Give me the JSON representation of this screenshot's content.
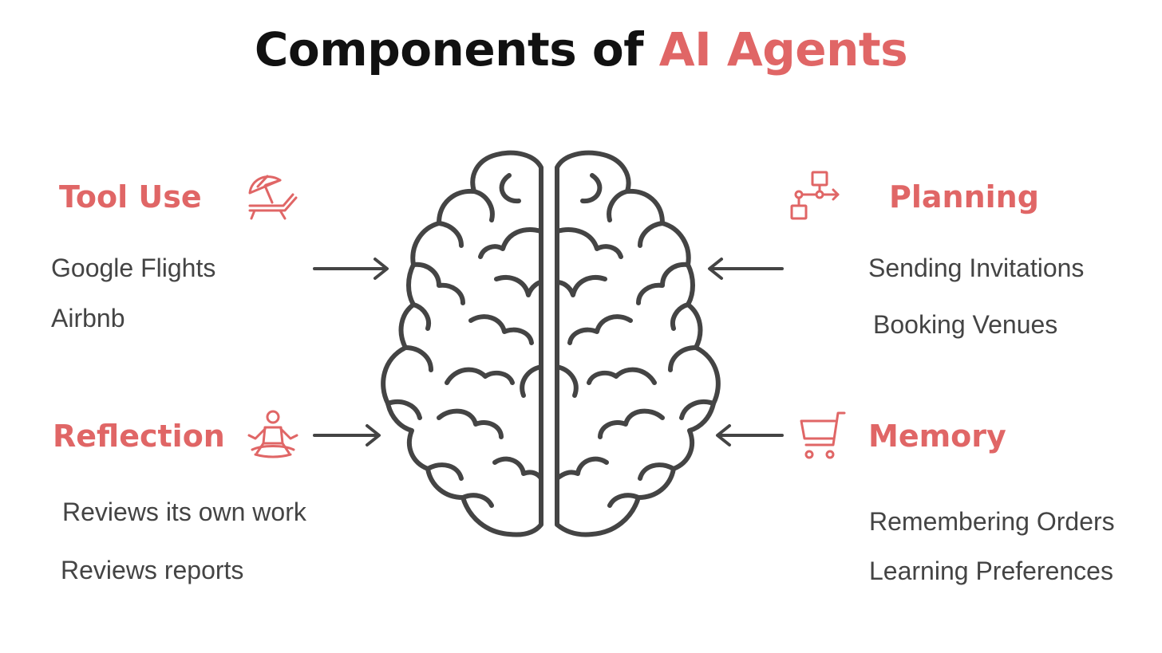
{
  "title": {
    "part1": "Components of ",
    "part2": "AI Agents"
  },
  "colors": {
    "accent": "#e06666",
    "text": "#444444",
    "title": "#111111",
    "line": "#444444"
  },
  "components": {
    "tool_use": {
      "heading": "Tool Use",
      "icon": "beach-chair-icon",
      "items": [
        "Google Flights",
        "Airbnb"
      ]
    },
    "planning": {
      "heading": "Planning",
      "icon": "flowchart-icon",
      "items": [
        "Sending Invitations",
        "Booking Venues"
      ]
    },
    "reflection": {
      "heading": "Reflection",
      "icon": "meditation-icon",
      "items": [
        "Reviews its own work",
        "Reviews reports"
      ]
    },
    "memory": {
      "heading": "Memory",
      "icon": "shopping-cart-icon",
      "items": [
        "Remembering Orders",
        "Learning Preferences"
      ]
    }
  },
  "center_icon": "brain-icon"
}
